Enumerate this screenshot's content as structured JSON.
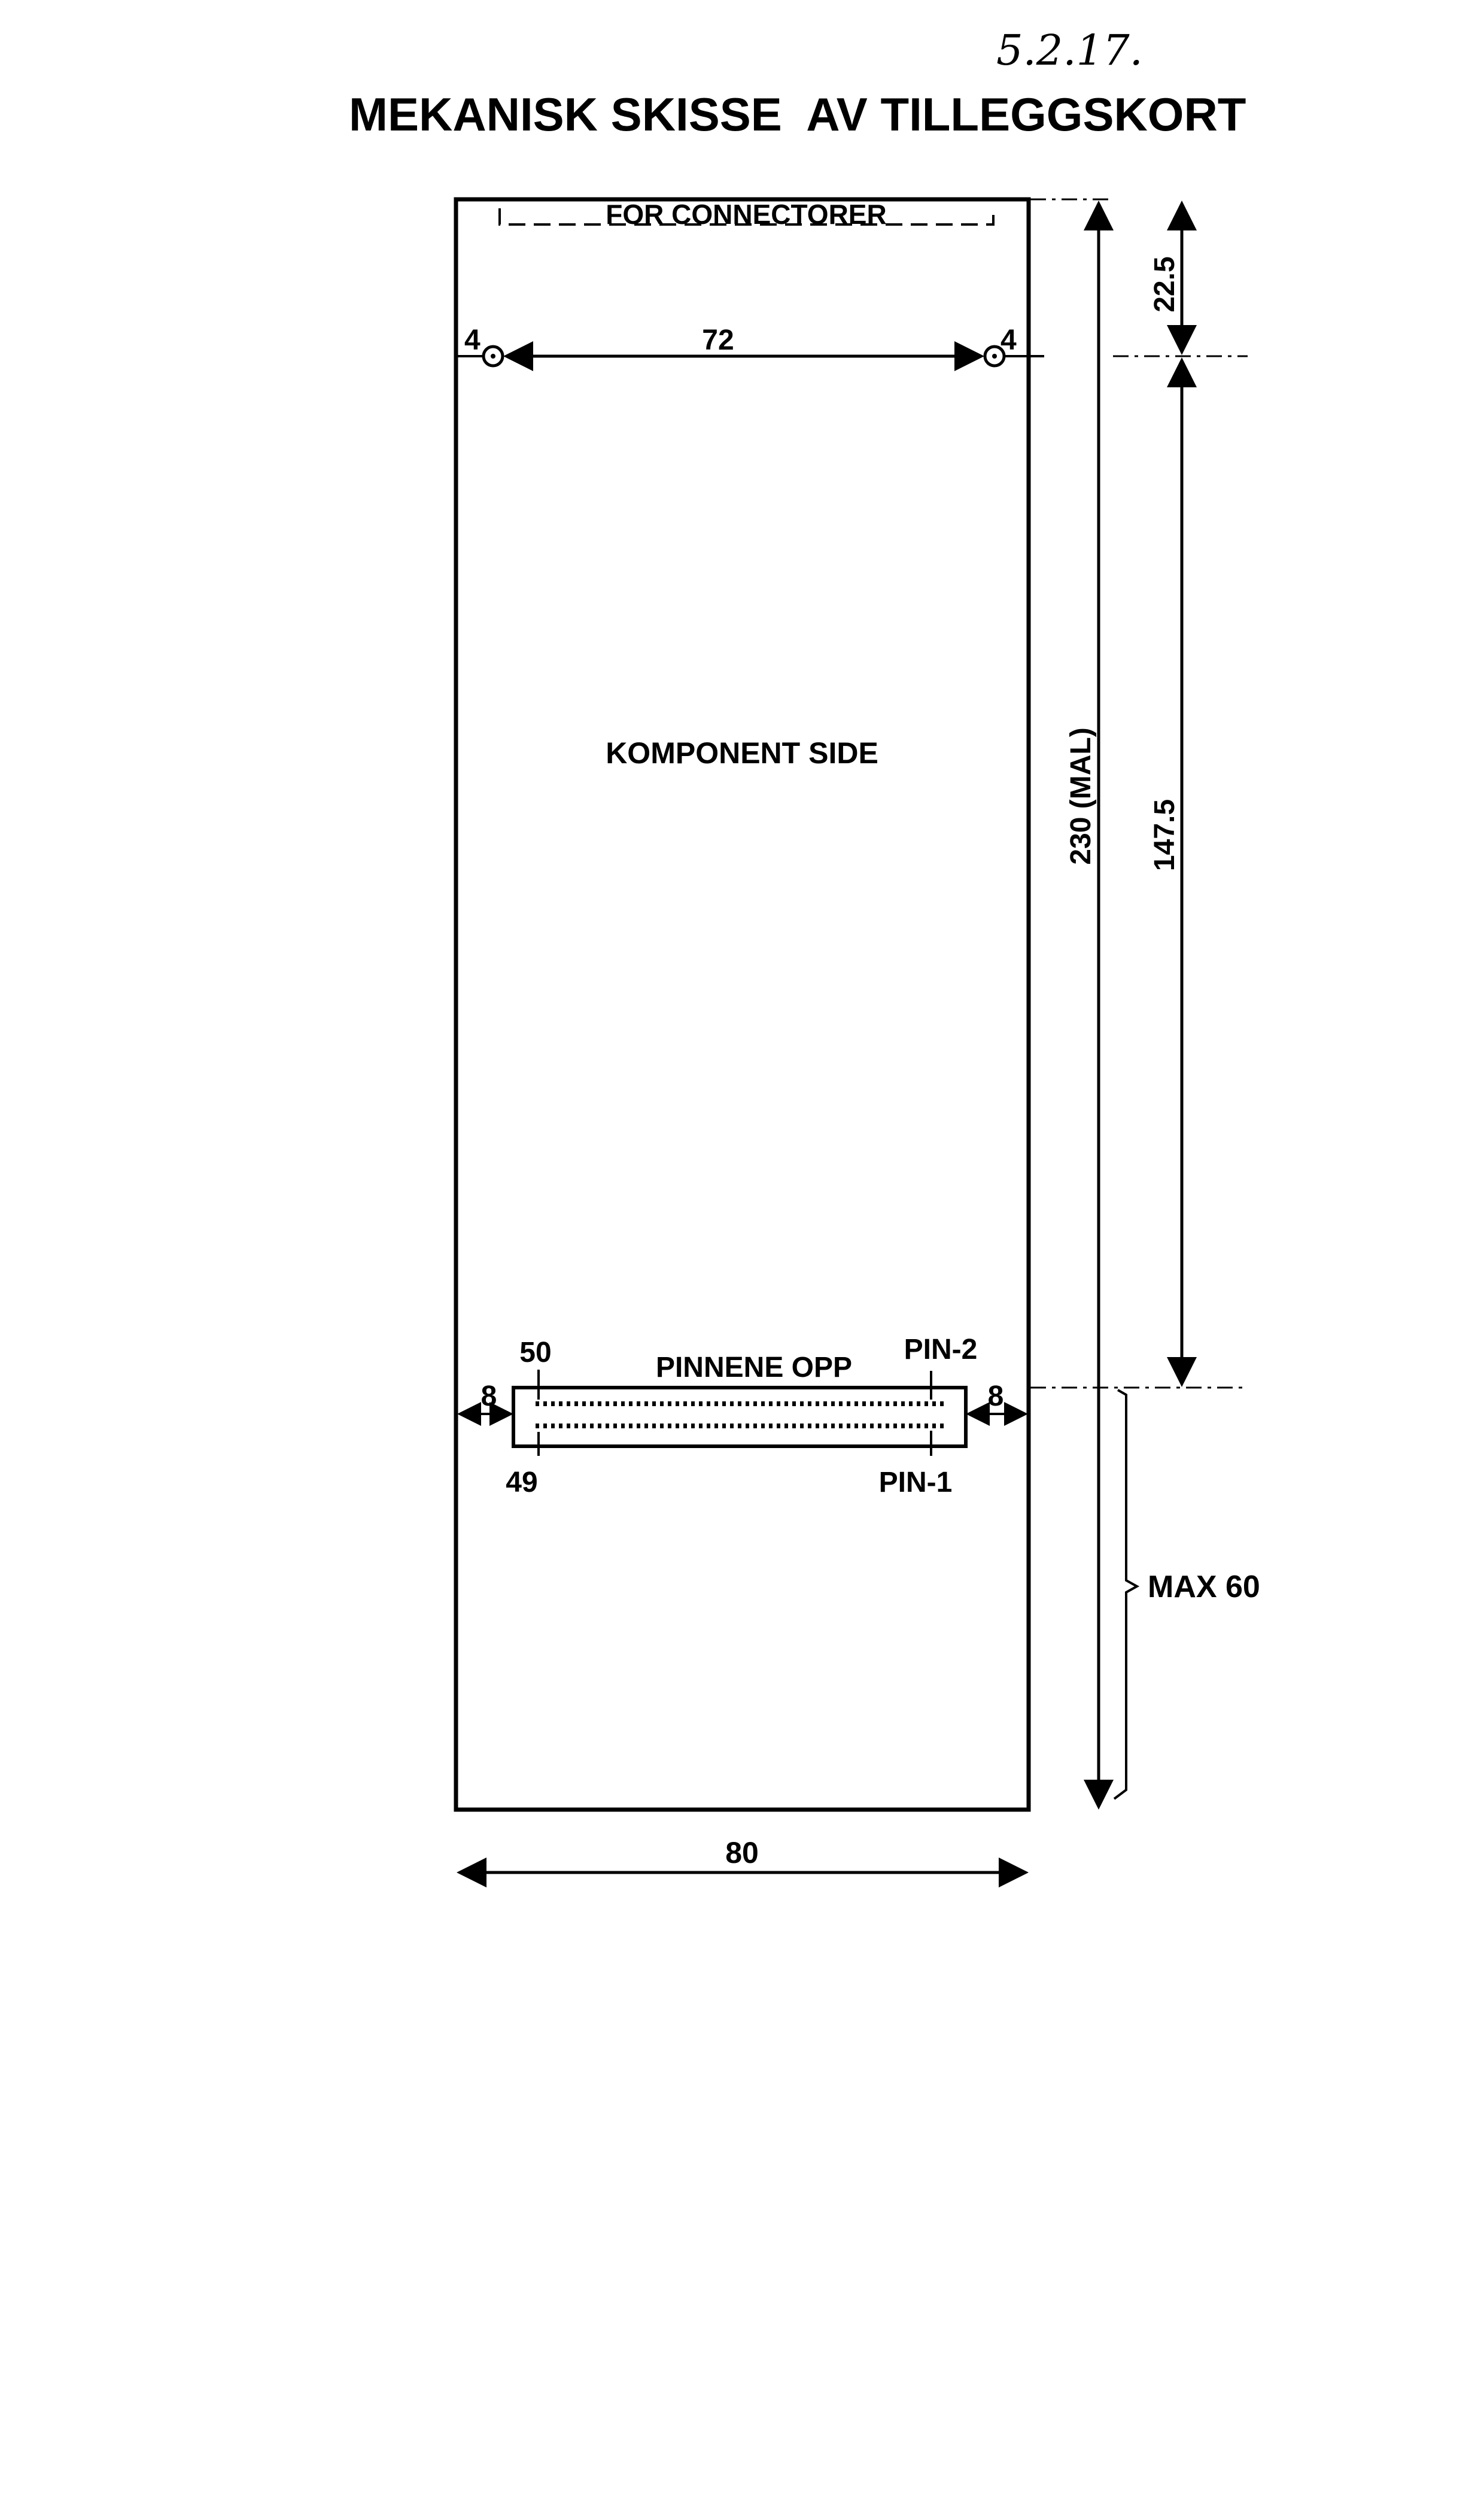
{
  "page_ref": "5.2.17.",
  "title": "MEKANISK SKISSE  AV TILLEGGSKORT",
  "board": {
    "top_zone_label": "FOR CONNECTORER",
    "component_side_label": "KOMPONENT SIDE"
  },
  "holes": {
    "left_offset": "4",
    "spacing": "72",
    "right_offset": "4"
  },
  "connector": {
    "label": "PINNENE OPP",
    "pin_50": "50",
    "pin_49": "49",
    "pin_2": "PIN-2",
    "pin_1": "PIN-1",
    "left_margin": "8",
    "right_margin": "8"
  },
  "dimensions": {
    "width": "80",
    "height": "230 (MAL)",
    "top_to_holes": "22.5",
    "holes_to_connector": "147.5",
    "below_connector": "MAX 60"
  }
}
